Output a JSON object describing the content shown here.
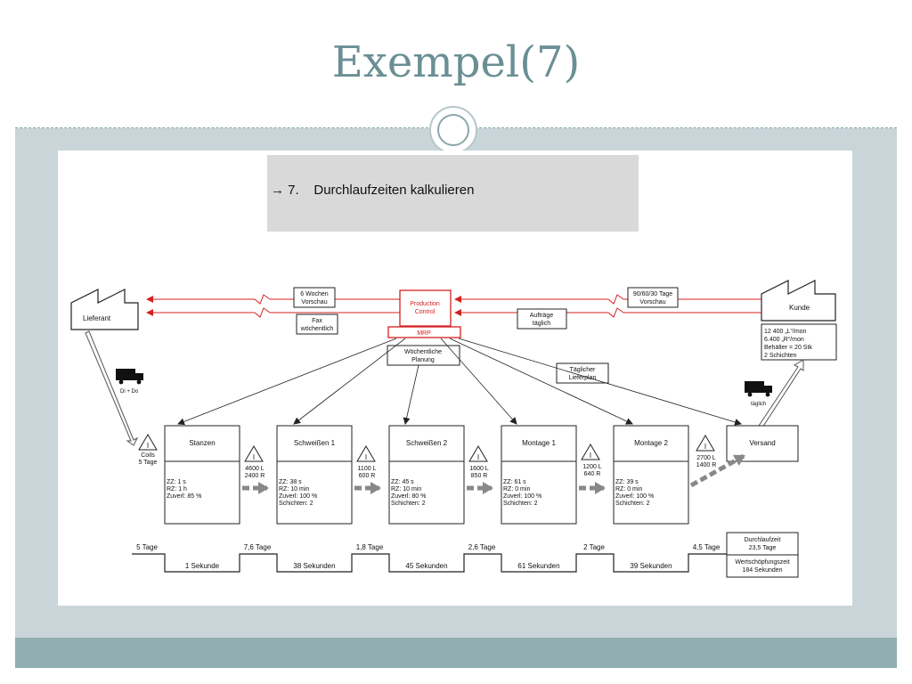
{
  "slide": {
    "title": "Exempel(7)",
    "step_arrow": "→",
    "step_number": "7.",
    "step_text": "Durchlaufzeiten kalkulieren"
  },
  "diagram": {
    "supplier": "Lieferant",
    "customer": "Kunde",
    "customer_data": [
      "12 400 „L“/mon",
      "6.400 „R“/mon",
      "Behälter = 20 Stk",
      "2 Schichten"
    ],
    "production_control": [
      "Production",
      "Control"
    ],
    "mrp": "MRP",
    "weekly_planning": [
      "Wöchentliche",
      "Planung"
    ],
    "supplier_forecast": [
      "6 Wochen",
      "Vorschau"
    ],
    "supplier_fax": [
      "Fax",
      "wöchentlich"
    ],
    "customer_forecast": [
      "90/60/30 Tage",
      "Vorschau"
    ],
    "customer_orders": [
      "Aufträge",
      "täglich"
    ],
    "daily_plan": [
      "Täglicher",
      "Lieferplan"
    ],
    "inbound_truck_label": "Di + Do",
    "outbound_truck_label": "täglich",
    "inventory_symbol": "I",
    "processes": [
      {
        "name": "Stanzen",
        "data": [
          "ZZ: 1 s",
          "RZ: 1 h",
          "Zuverl: 85 %"
        ]
      },
      {
        "name": "Schweißen 1",
        "data": [
          "ZZ: 38 s",
          "RZ: 10 min",
          "Zuverl: 100 %",
          "Schichten: 2"
        ]
      },
      {
        "name": "Schweißen 2",
        "data": [
          "ZZ: 45 s",
          "RZ: 10 min",
          "Zuverl: 80 %",
          "Schichten: 2"
        ]
      },
      {
        "name": "Montage 1",
        "data": [
          "ZZ: 61 s",
          "RZ: 0 min",
          "Zuverl: 100 %",
          "Schichten: 2"
        ]
      },
      {
        "name": "Montage 2",
        "data": [
          "ZZ: 39 s",
          "RZ: 0 min",
          "Zuverl: 100 %",
          "Schichten: 2"
        ]
      }
    ],
    "shipping": "Versand",
    "inventories": [
      [
        "Coils",
        "5 Tage"
      ],
      [
        "4600 L",
        "2400 R"
      ],
      [
        "1100 L",
        "600 R"
      ],
      [
        "1600 L",
        "850 R"
      ],
      [
        "1200 L",
        "640 R"
      ],
      [
        "2700 L",
        "1400 R"
      ]
    ],
    "timeline_wait": [
      "5 Tage",
      "7,6 Tage",
      "1,8 Tage",
      "2,6 Tage",
      "2 Tage",
      "4,5 Tage"
    ],
    "timeline_process": [
      "1 Sekunde",
      "38 Sekunden",
      "45 Sekunden",
      "61 Sekunden",
      "39 Sekunden"
    ],
    "lead_time_label": "Durchlaufzeit",
    "lead_time_value": "23,5 Tage",
    "value_add_label": "Wertschöpfungszeit",
    "value_add_value": "184 Sekunden"
  }
}
